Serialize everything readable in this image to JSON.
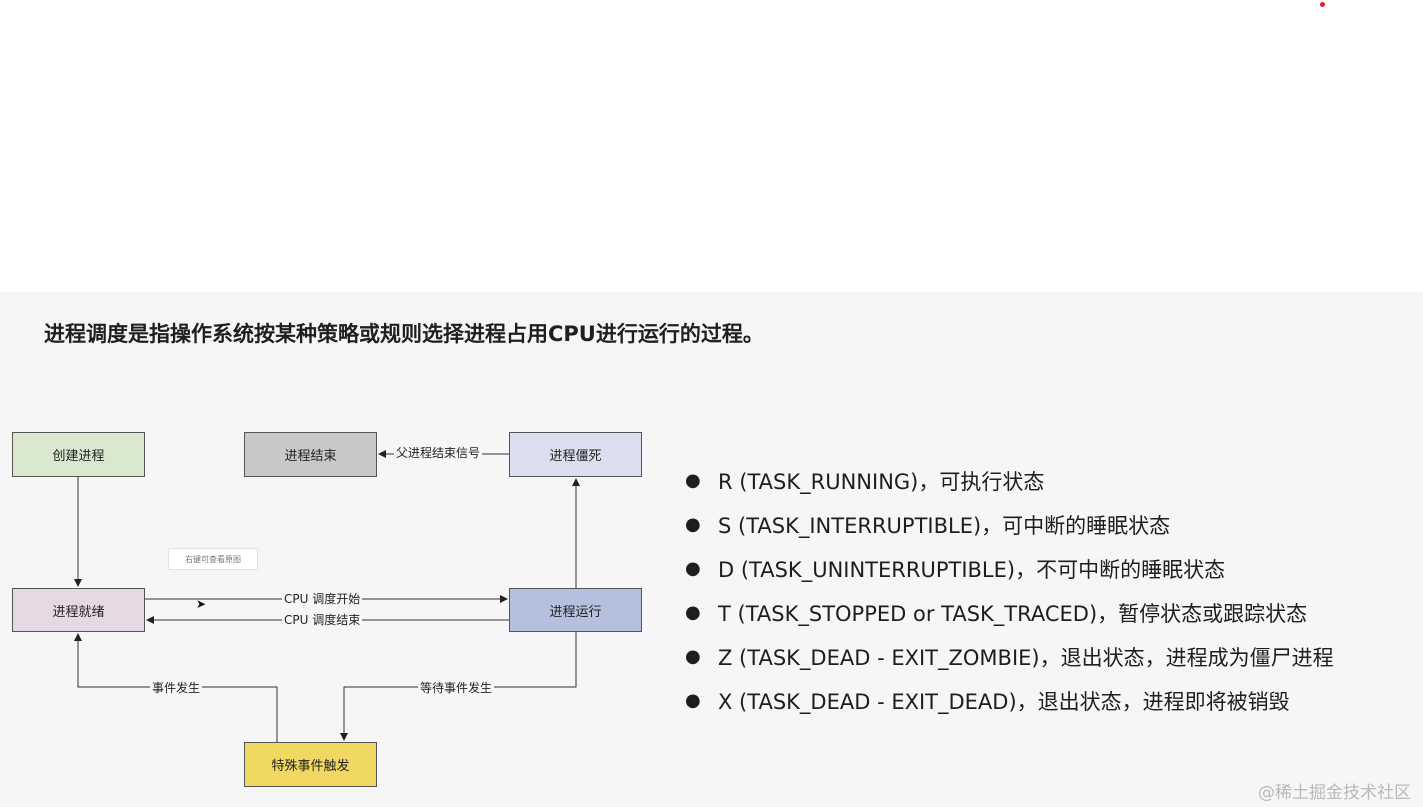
{
  "heading": "进程调度是指操作系统按某种策略或规则选择进程占用CPU进行运行的过程。",
  "diagram": {
    "nodes": {
      "create": "创建进程",
      "end": "进程结束",
      "zombie": "进程僵死",
      "ready": "进程就绪",
      "running": "进程运行",
      "special": "特殊事件触发"
    },
    "edges": {
      "parent_signal": "父进程结束信号",
      "cpu_start": "CPU 调度开始",
      "cpu_end": "CPU 调度结束",
      "event_occurs": "事件发生",
      "wait_event": "等待事件发生"
    },
    "tooltip": "右键可查看原图"
  },
  "states": [
    "R (TASK_RUNNING)，可执行状态",
    "S (TASK_INTERRUPTIBLE)，可中断的睡眠状态",
    "D (TASK_UNINTERRUPTIBLE)，不可中断的睡眠状态",
    "T (TASK_STOPPED or TASK_TRACED)，暂停状态或跟踪状态",
    "Z (TASK_DEAD - EXIT_ZOMBIE)，退出状态，进程成为僵尸进程",
    "X (TASK_DEAD - EXIT_DEAD)，退出状态，进程即将被销毁"
  ],
  "watermark": "@稀土掘金技术社区",
  "colors": {
    "create": "#d8e9cf",
    "end": "#c8c8c8",
    "zombie": "#dcdff0",
    "ready": "#e6d8e3",
    "running": "#b4c0dd",
    "special": "#f1d862"
  }
}
